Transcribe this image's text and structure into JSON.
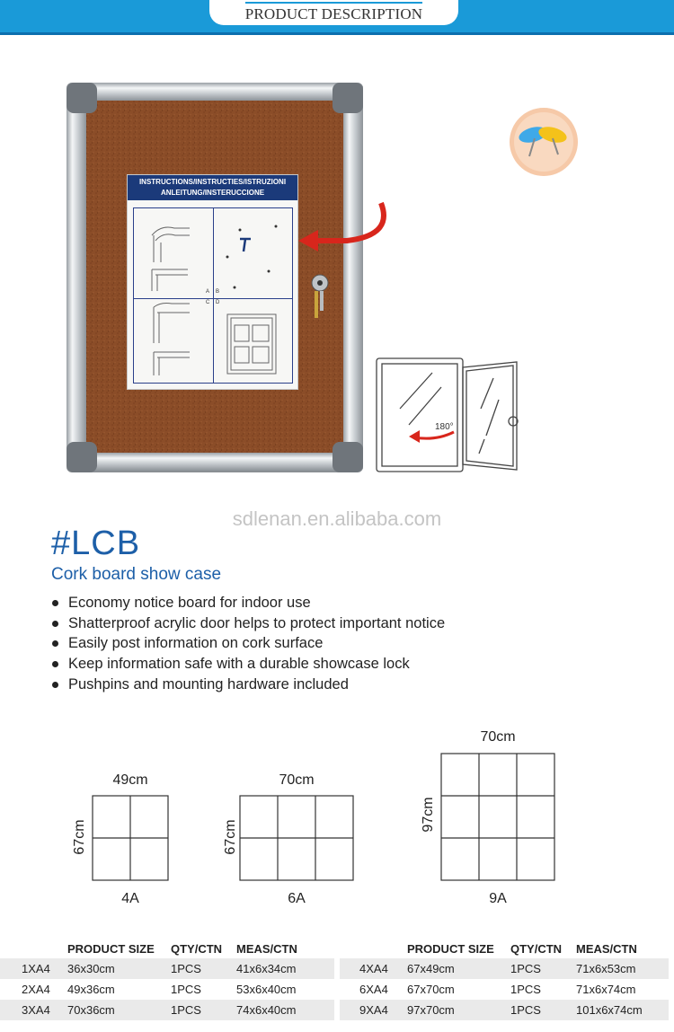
{
  "header": {
    "title": "PRODUCT DESCRIPTION"
  },
  "instructions_card": {
    "heading_line1": "INSTRUCTIONS/INSTRUCTIES/ISTRUZIONI",
    "heading_line2": "ANLEITUNG/INSTERUCCIONE",
    "panel_labels": [
      "A",
      "B",
      "C",
      "D"
    ]
  },
  "door_diagram": {
    "angle_label": "180°"
  },
  "watermark": "sdlenan.en.alibaba.com",
  "product": {
    "model": "#LCB",
    "name": "Cork board show case",
    "features": [
      "Economy notice board for indoor use",
      "Shatterproof acrylic door helps to protect important notice",
      "Easily post information on cork surface",
      "Keep information safe with a durable showcase lock",
      "Pushpins and mounting hardware included"
    ]
  },
  "layouts": [
    {
      "width_label": "49cm",
      "height_label": "67cm",
      "name": "4A",
      "cols": 2,
      "rows": 2
    },
    {
      "width_label": "70cm",
      "height_label": "67cm",
      "name": "6A",
      "cols": 3,
      "rows": 2
    },
    {
      "width_label": "70cm",
      "height_label": "97cm",
      "name": "9A",
      "cols": 3,
      "rows": 3
    }
  ],
  "spec_table": {
    "headers": [
      "",
      "PRODUCT SIZE",
      "QTY/CTN",
      "MEAS/CTN"
    ],
    "left": [
      [
        "1XA4",
        "36x30cm",
        "1PCS",
        "41x6x34cm"
      ],
      [
        "2XA4",
        "49x36cm",
        "1PCS",
        "53x6x40cm"
      ],
      [
        "3XA4",
        "70x36cm",
        "1PCS",
        "74x6x40cm"
      ]
    ],
    "right": [
      [
        "4XA4",
        "67x49cm",
        "1PCS",
        "71x6x53cm"
      ],
      [
        "6XA4",
        "67x70cm",
        "1PCS",
        "71x6x74cm"
      ],
      [
        "9XA4",
        "97x70cm",
        "1PCS",
        "101x6x74cm"
      ]
    ]
  },
  "colors": {
    "brand_blue": "#1a9ad8",
    "title_blue": "#1d5fa8",
    "cork": "#8b4d28",
    "arrow_red": "#d8261c"
  }
}
